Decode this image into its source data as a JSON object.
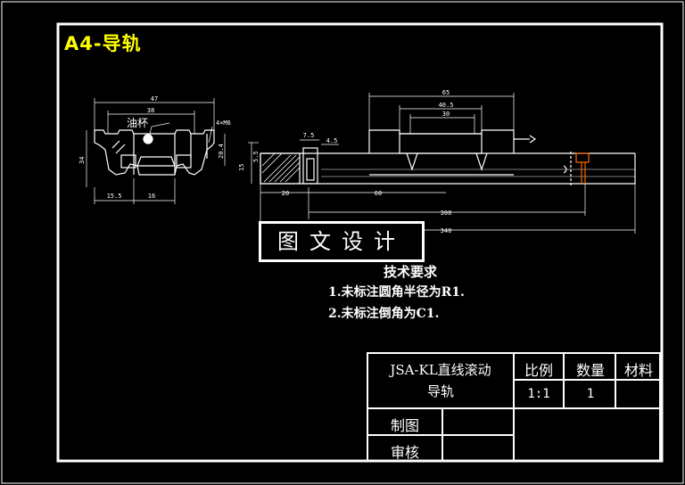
{
  "sheet": {
    "title": "A4-导轨"
  },
  "watermark": "图文设计",
  "tech_requirements": {
    "heading": "技术要求",
    "items": [
      "1.未标注圆角半径为R1.",
      "2.未标注倒角为C1."
    ]
  },
  "left_view": {
    "dims": [
      "47",
      "38",
      "4×M6",
      "20.4",
      "34",
      "15.5",
      "16"
    ],
    "callout": "油杯"
  },
  "front_view": {
    "dims": [
      "65",
      "40.5",
      "30",
      "7.5",
      "4.5",
      "5.5",
      "15",
      "20",
      "60",
      "300",
      "340"
    ]
  },
  "title_block": {
    "name_line1": "JSA-KL直线滚动",
    "name_line2": "导轨",
    "scale_label": "比例",
    "qty_label": "数量",
    "material_label": "材料",
    "scale_value": "1:1",
    "qty_value": "1",
    "drawn_label": "制图",
    "checked_label": "审核"
  }
}
